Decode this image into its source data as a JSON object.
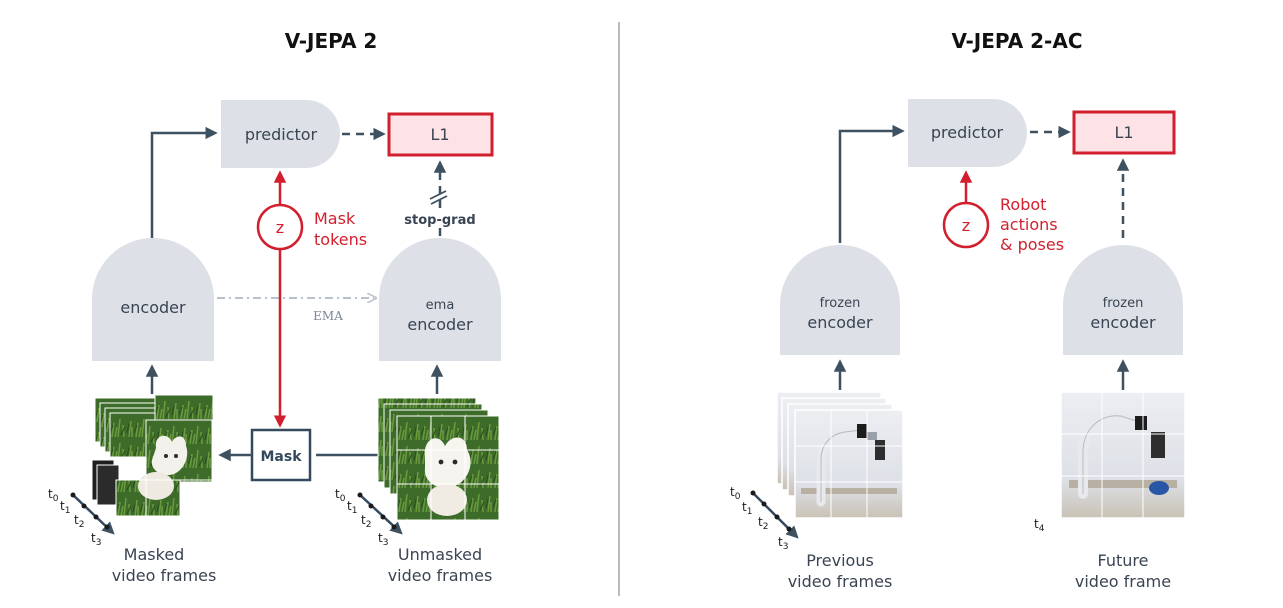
{
  "left_panel": {
    "title": "V-JEPA 2",
    "predictor": "predictor",
    "loss": "L1",
    "stop_grad": "stop-grad",
    "z": "z",
    "mask_tokens_line1": "Mask",
    "mask_tokens_line2": "tokens",
    "encoder": "encoder",
    "ema_encoder_line1": "ema",
    "ema_encoder_line2": "encoder",
    "ema": "EMA",
    "mask": "Mask",
    "masked_caption_line1": "Masked",
    "masked_caption_line2": "video frames",
    "unmasked_caption_line1": "Unmasked",
    "unmasked_caption_line2": "video frames",
    "time_labels": [
      "t",
      "t",
      "t",
      "t"
    ],
    "time_subs": [
      "0",
      "1",
      "2",
      "3"
    ]
  },
  "right_panel": {
    "title": "V-JEPA 2-AC",
    "predictor": "predictor",
    "loss": "L1",
    "z": "z",
    "robot_line1": "Robot",
    "robot_line2": "actions",
    "robot_line3": "& poses",
    "frozen_encoder_left_line1": "frozen",
    "frozen_encoder_left_line2": "encoder",
    "frozen_encoder_right_line1": "frozen",
    "frozen_encoder_right_line2": "encoder",
    "previous_caption_line1": "Previous",
    "previous_caption_line2": "video frames",
    "future_caption_line1": "Future",
    "future_caption_line2": "video frame",
    "time_labels": [
      "t",
      "t",
      "t",
      "t"
    ],
    "time_subs": [
      "0",
      "1",
      "2",
      "3"
    ],
    "future_time_label": "t",
    "future_time_sub": "4"
  },
  "colors": {
    "node_fill": "#dde1e7",
    "arrow": "#3d5161",
    "red": "#d21f2e",
    "loss_fill": "#fde3e5",
    "ema_dash": "#b8c0ca"
  }
}
